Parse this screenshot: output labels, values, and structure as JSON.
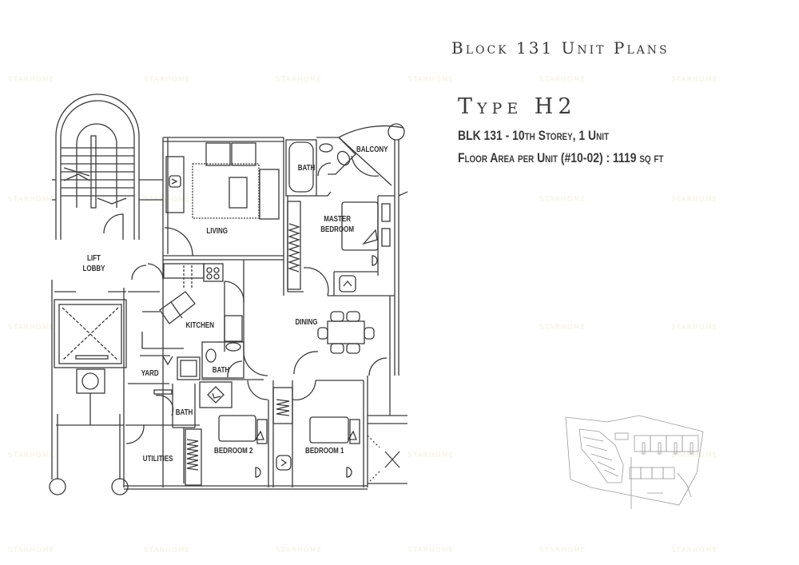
{
  "header": {
    "title": "Block 131 Unit Plans"
  },
  "unit": {
    "type_title": "Type H2",
    "block_line": "BLK 131 - 10th Storey, 1 Unit",
    "area_line": "Floor Area per Unit (#10-02) : 1119 sq ft"
  },
  "rooms": {
    "living": "LIVING",
    "bath_master": "BATH",
    "balcony": "BALCONY",
    "master_bedroom": "MASTER\nBEDROOM",
    "lift_lobby": "LIFT\nLOBBY",
    "kitchen": "KITCHEN",
    "dining": "DINING",
    "yard": "YARD",
    "bath_common": "BATH",
    "bath_yard": "BATH",
    "utilities": "UTILITIES",
    "bedroom_2": "BEDROOM 2",
    "bedroom_1": "BEDROOM 1"
  },
  "watermark": {
    "text": "STARHOME"
  },
  "colors": {
    "line": "#3a3a3a",
    "text": "#3a3a3a",
    "watermark": "#f3f1df",
    "background": "#ffffff"
  }
}
